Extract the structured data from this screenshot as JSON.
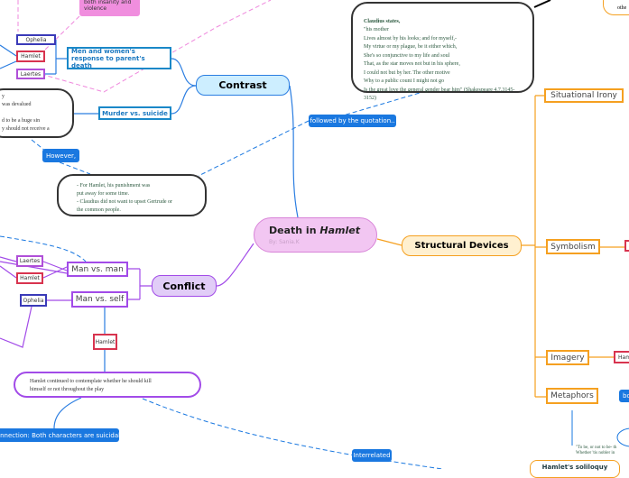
{
  "central": {
    "title": "Death in ",
    "title_italic": "Hamlet",
    "author": "By: Sania.K"
  },
  "contrast": {
    "label": "Contrast",
    "men_women": "Men and women's response to parent's death",
    "murder_suicide": "Murder vs. suicide",
    "pink_note": "both insanity and violence",
    "chars": [
      "Ophelia",
      "Hamlet",
      "Laertes"
    ],
    "left_note": "y\nwas devalued\n\nd to be a huge sin\ny should not receive a",
    "however": "However,",
    "hamlet_note": "- For Hamlet, his punishment was\nput away for some time.\n- Claudius did not want to upset Gertrude or\nthe common people.",
    "claudius_quote": "his mother\nLives almost by his looks; and for myself,-\nMy virtue or my plague, be it either which,\nShe's so conjunctive to my life and soul\nThat, as the star moves not but in his sphere,\nI could not but by her. The other motive\nWhy to a public count I might not go\nIs the great love the general gender bear him\" (Shakespeare 4.7.3145-3152)",
    "claudius_title": "Claudius states,",
    "claudius_open": "\"",
    "followed": "followed by the quotation.."
  },
  "conflict": {
    "label": "Conflict",
    "man_man": "Man vs. man",
    "man_self": "Man vs. self",
    "chars_man": [
      "Laertes",
      "Hamlet"
    ],
    "char_self": "Ophelia",
    "hamlet": "Hamlet",
    "hamlet_note": "Hamlet continued to contemplate whether he should kill\nhimself or not throughout the play",
    "connection": "Connection: Both characters are suicidal",
    "interrelated": "Interrelated"
  },
  "structural": {
    "label": "Structural Devices",
    "items": [
      "Situational Irony",
      "Symbolism",
      "Imagery",
      "Metaphors"
    ],
    "partial_chip": "Ham",
    "partial_rel": "bo",
    "corner_note": "othe",
    "soliloquy": "Hamlet's soliloquy",
    "soliloquy_quote": "\"To be, or not to be- th\nWhether 'tis nobler in"
  },
  "colors": {
    "contrast": "#2a7de1",
    "conflict": "#a24be8",
    "structural": "#f5a020",
    "central": "#f2c6f2",
    "relation": "#1a78e0",
    "hamlet": "#d8344f",
    "ophelia": "#3a3ab8",
    "laertes": "#b04fd8"
  }
}
